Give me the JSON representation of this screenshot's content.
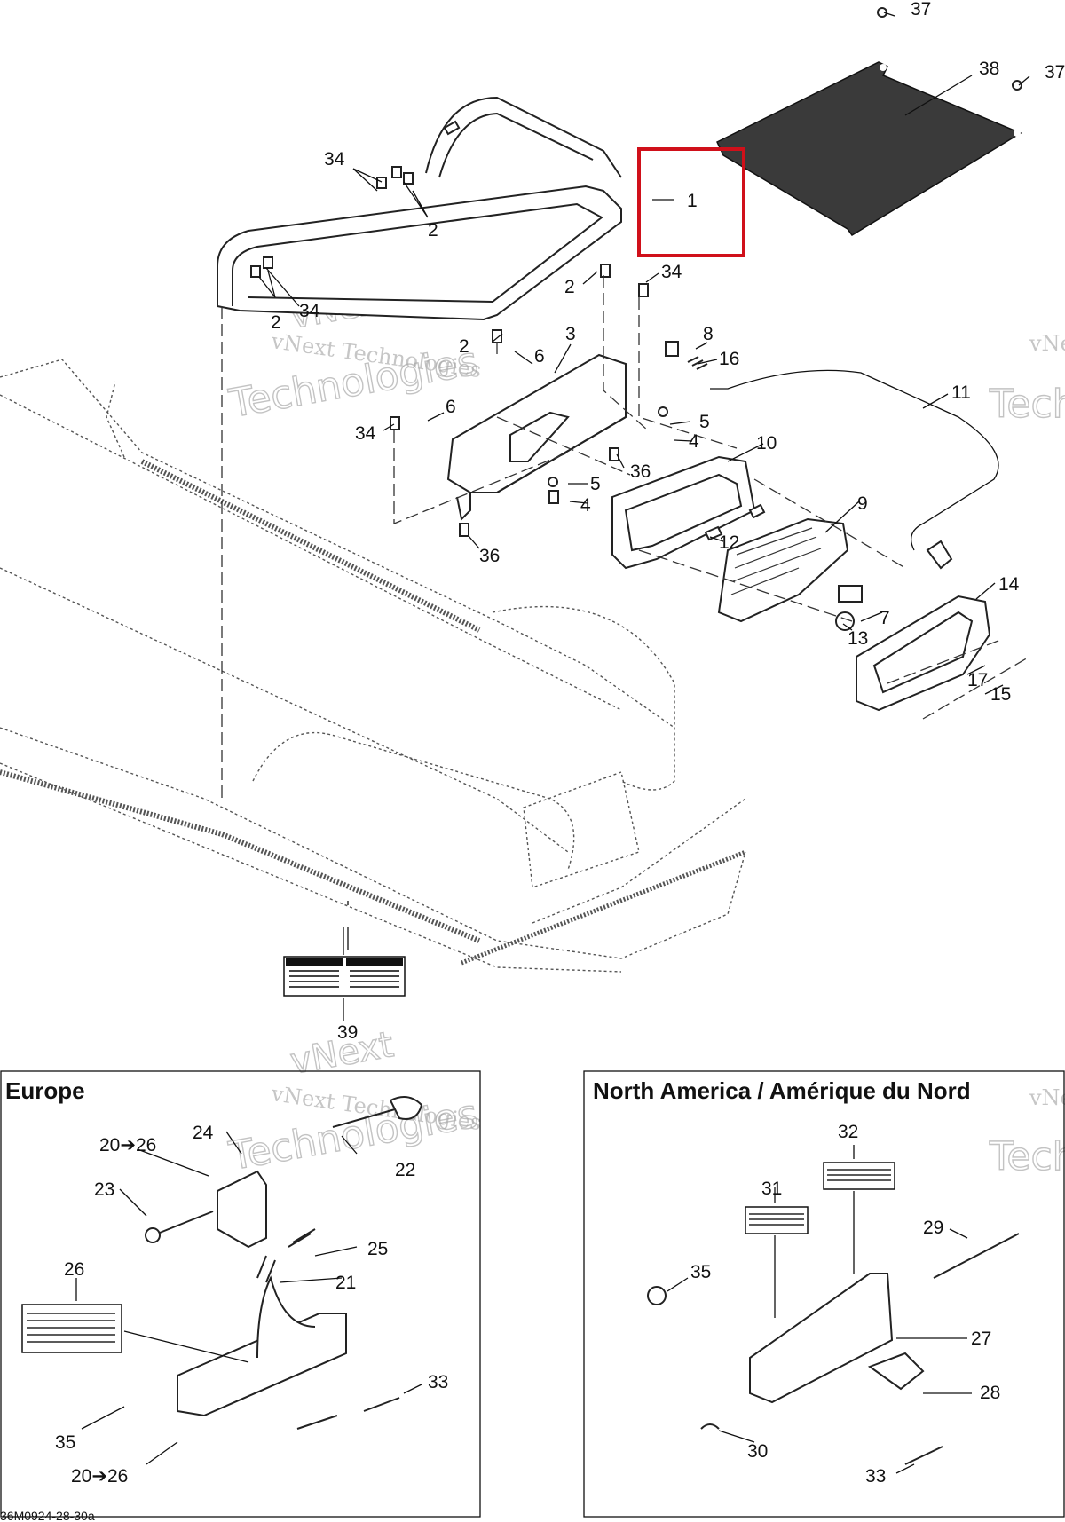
{
  "diagram": {
    "reference_code": "36M0924-28-30a",
    "watermark": {
      "line1": "vNext",
      "line2": "vNext Technologies",
      "line3": "Technologies"
    },
    "highlighted_callout": "1",
    "callouts_main": [
      "37",
      "37",
      "38",
      "34",
      "2",
      "1",
      "34",
      "2",
      "34",
      "2",
      "6",
      "3",
      "2",
      "8",
      "16",
      "11",
      "6",
      "34",
      "5",
      "4",
      "10",
      "36",
      "5",
      "4",
      "9",
      "12",
      "14",
      "7",
      "13",
      "17",
      "15",
      "36",
      "39"
    ],
    "europe_box": {
      "title": "Europe",
      "callouts": [
        "24",
        "20➔26",
        "23",
        "22",
        "25",
        "21",
        "26",
        "33",
        "35",
        "20➔26"
      ]
    },
    "north_america_box": {
      "title": "North America / Amérique du Nord",
      "callouts": [
        "32",
        "31",
        "29",
        "35",
        "27",
        "28",
        "30",
        "33"
      ]
    },
    "icons": [
      "warning-label-icon"
    ]
  }
}
